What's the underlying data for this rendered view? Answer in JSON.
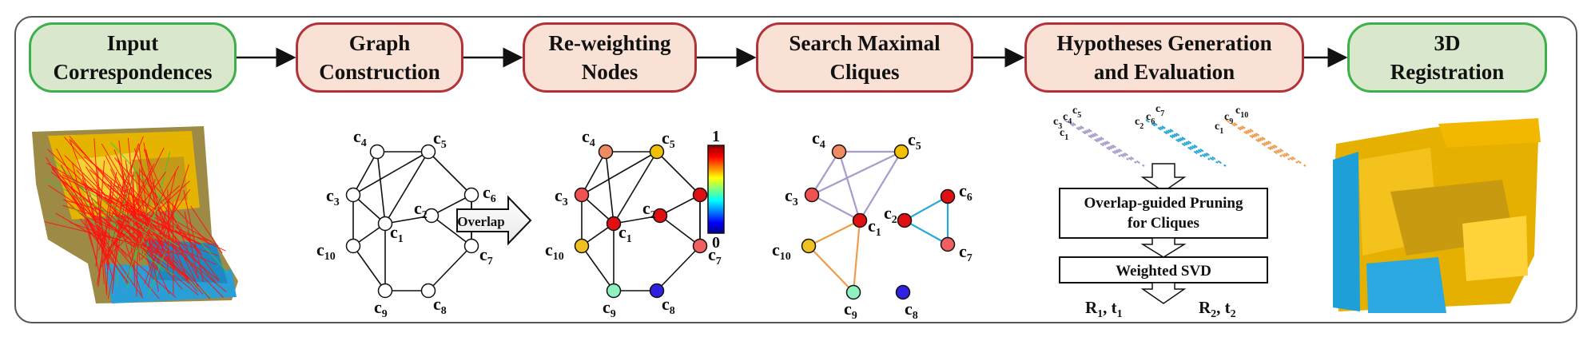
{
  "stages": [
    {
      "line1": "Input",
      "line2": "Correspondences"
    },
    {
      "line1": "Graph",
      "line2": "Construction"
    },
    {
      "line1": "Re-weighting",
      "line2": "Nodes"
    },
    {
      "line1": "Search Maximal",
      "line2": "Cliques"
    },
    {
      "line1": "Hypotheses Generation",
      "line2": "and Evaluation"
    },
    {
      "line1": "3D",
      "line2": "Registration"
    }
  ],
  "colors": {
    "green_fill": "#d9e8cc",
    "green_border": "#3cb04a",
    "red_fill": "#f9e1d6",
    "red_border": "#b2323a",
    "clique_purple": "#a99bcb",
    "clique_orange": "#ef9c4d",
    "clique_cyan": "#28a8d8",
    "point_cloud_yellow": "#f2b800",
    "point_cloud_blue": "#1e9fd8",
    "line_red": "#ff1010",
    "line_green": "#3ec43e"
  },
  "nodes": {
    "c": "c",
    "subs": [
      "1",
      "2",
      "3",
      "4",
      "5",
      "6",
      "7",
      "8",
      "9",
      "10"
    ]
  },
  "overlap_label": "Overlap",
  "colorbar": {
    "max": "1",
    "min": "0"
  },
  "hypotheses": {
    "prune_line1": "Overlap-guided Pruning",
    "prune_line2": "for Cliques",
    "svd": "Weighted SVD",
    "R": "R",
    "t": "t",
    "sub1": "1",
    "sub2": "2",
    "comma": ", "
  },
  "clique_groups": [
    {
      "labels": [
        "3",
        "4",
        "5",
        "1"
      ]
    },
    {
      "labels": [
        "2",
        "6",
        "7"
      ]
    },
    {
      "labels": [
        "1",
        "9",
        "10"
      ]
    }
  ]
}
